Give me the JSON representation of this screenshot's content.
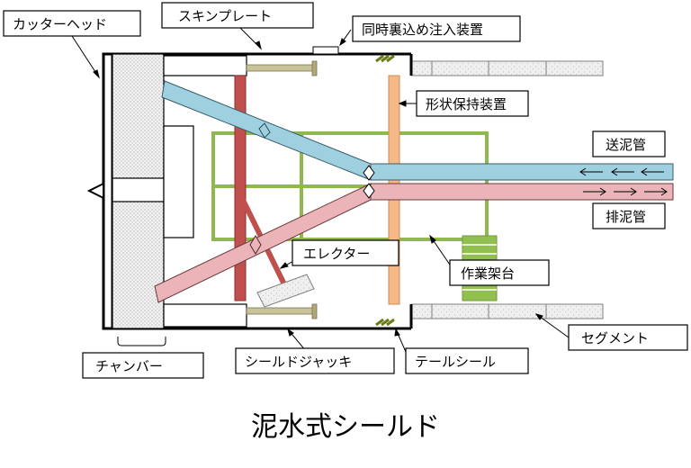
{
  "title": "泥水式シールド",
  "labels": {
    "cutter_head": "カッターヘッド",
    "skin_plate": "スキンプレート",
    "grout_device": "同時裏込め注入装置",
    "shape_holder": "形状保持装置",
    "feed_pipe": "送泥管",
    "drain_pipe": "排泥管",
    "erector": "エレクター",
    "work_platform": "作業架台",
    "segment": "セグメント",
    "chamber": "チャンバー",
    "shield_jack": "シールドジャッキ",
    "tail_seal": "テールシール"
  },
  "colors": {
    "feed_pipe": "#9fd0e0",
    "drain_pipe": "#eab4b8",
    "frame": "#8fb84e",
    "bulkhead": "#c0504d",
    "tail_bar": "#f5b987",
    "segment": "#ececec",
    "jack": "#c9c39a"
  }
}
